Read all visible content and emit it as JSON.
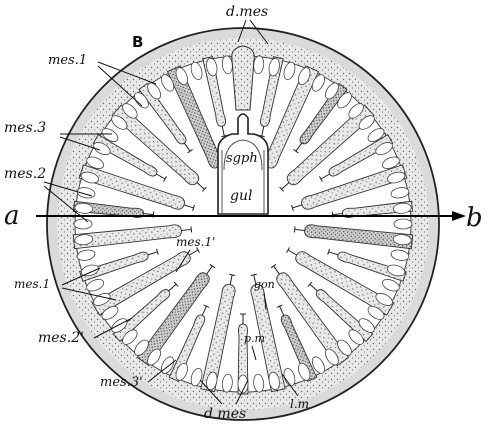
{
  "figure": {
    "panel_letter": "B",
    "axis_ends": {
      "left": "a",
      "right": "b"
    },
    "labels": {
      "d_mes_top": "d.mes",
      "mes_1_upper": "mes.1",
      "mes_3_upper": "mes.3",
      "mes_2_upper": "mes.2",
      "sgph": "sgph",
      "gul": "gul",
      "mes_1_prime": "mes.1'",
      "mes_1_lower": "mes.1",
      "mes_2_prime": "mes.2'",
      "mes_3_prime": "mes.3'",
      "gon": "gon",
      "pm": "p.m",
      "lm": "l.m",
      "d_mes_bottom": "d mes"
    }
  }
}
